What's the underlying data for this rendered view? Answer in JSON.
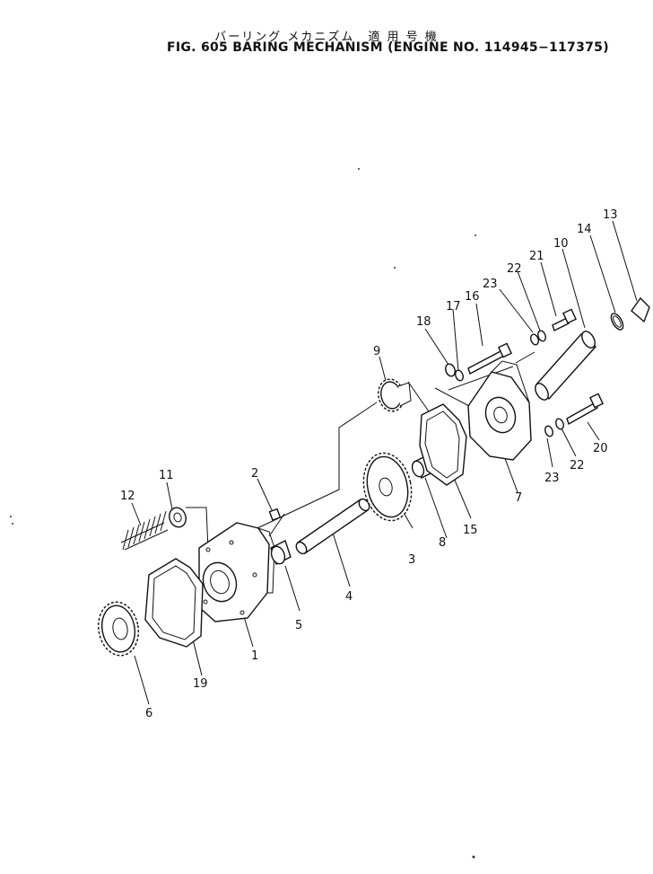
{
  "title_jp": "バーリング メカニズム　適 用 号 機",
  "title_en": "FIG. 605   BARING MECHANISM (ENGINE NO. 114945−117375)",
  "callouts": [
    "1",
    "2",
    "3",
    "4",
    "5",
    "6",
    "7",
    "8",
    "9",
    "10",
    "11",
    "12",
    "13",
    "14",
    "15",
    "16",
    "17",
    "18",
    "19",
    "20",
    "21",
    "22",
    "22",
    "23",
    "23"
  ]
}
